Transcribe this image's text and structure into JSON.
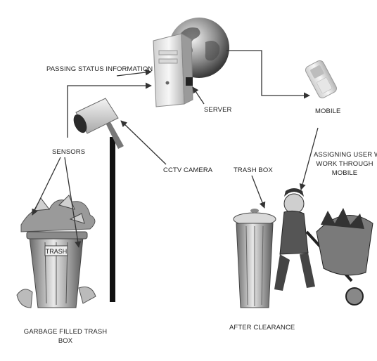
{
  "labels": {
    "passing_status": "PASSING STATUS INFORMATION",
    "server": "SERVER",
    "mobile": "MOBILE",
    "sensors": "SENSORS",
    "cctv_camera": "CCTV CAMERA",
    "trash_box": "TRASH BOX",
    "assigning_line1": "ASSIGNING USER WIT",
    "assigning_line2": "WORK THROUGH",
    "assigning_line3": "MOBILE",
    "garbage_line1": "GARBAGE FILLED TRASH",
    "garbage_line2": "BOX",
    "after_clearance": "AFTER CLEARANCE"
  },
  "icons": {
    "server": "server-globe-icon",
    "mobile": "flip-phone-icon",
    "camera": "cctv-camera-icon",
    "garbage": "overflowing-trash-can-icon",
    "clean_bin": "empty-trash-can-icon",
    "worker": "worker-with-wheelbarrow-icon"
  }
}
